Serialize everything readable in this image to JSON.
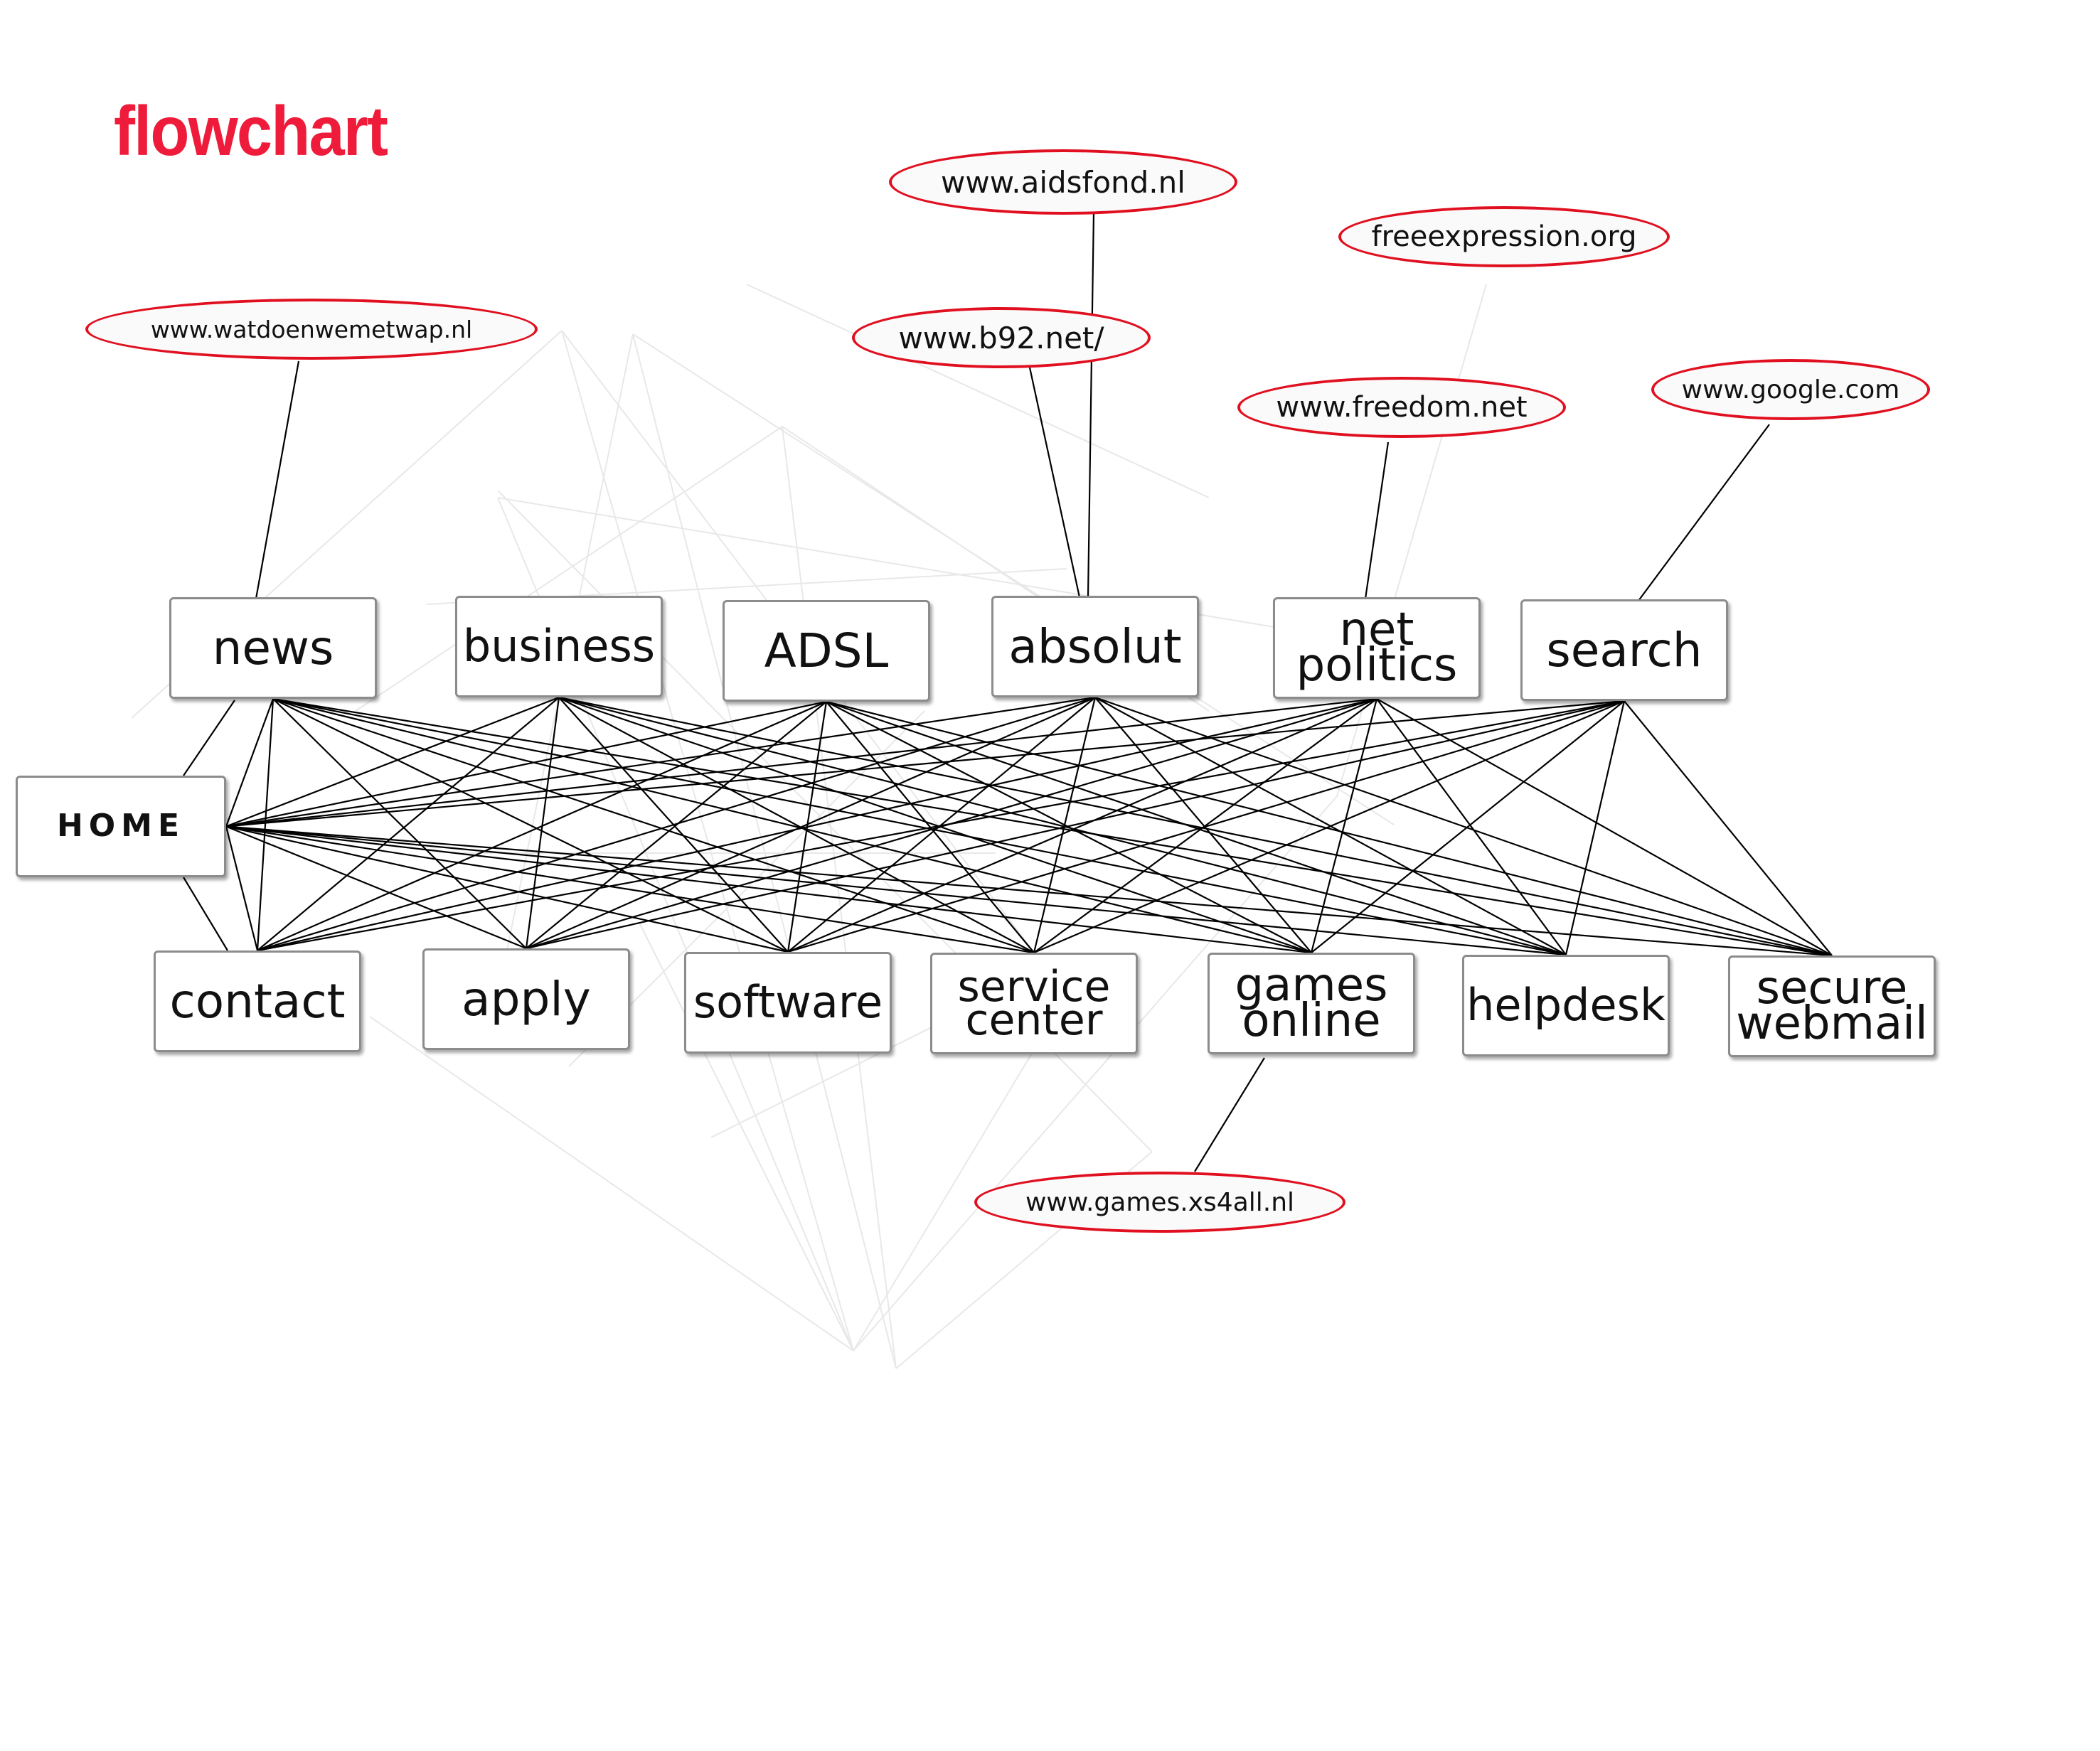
{
  "title": "flowchart",
  "home": {
    "label": "HOME"
  },
  "top_nodes": [
    {
      "id": "news",
      "lines": [
        "news"
      ]
    },
    {
      "id": "business",
      "lines": [
        "business"
      ]
    },
    {
      "id": "adsl",
      "lines": [
        "ADSL"
      ]
    },
    {
      "id": "absolut",
      "lines": [
        "absolut"
      ]
    },
    {
      "id": "net-politics",
      "lines": [
        "net",
        "politics"
      ]
    },
    {
      "id": "search",
      "lines": [
        "search"
      ]
    }
  ],
  "bottom_nodes": [
    {
      "id": "contact",
      "lines": [
        "contact"
      ]
    },
    {
      "id": "apply",
      "lines": [
        "apply"
      ]
    },
    {
      "id": "software",
      "lines": [
        "software"
      ]
    },
    {
      "id": "service-center",
      "lines": [
        "service",
        "center"
      ]
    },
    {
      "id": "games-online",
      "lines": [
        "games",
        "online"
      ]
    },
    {
      "id": "helpdesk",
      "lines": [
        "helpdesk"
      ]
    },
    {
      "id": "secure-webmail",
      "lines": [
        "secure",
        "webmail"
      ]
    }
  ],
  "external_links": [
    {
      "id": "watdoenwemetwap",
      "label": "www.watdoenwemetwap.nl",
      "connects_to": "news"
    },
    {
      "id": "aidsfond",
      "label": "www.aidsfond.nl",
      "connects_to": "absolut"
    },
    {
      "id": "b92",
      "label": "www.b92.net/",
      "connects_to": "absolut"
    },
    {
      "id": "freeexpression",
      "label": "freeexpression.org",
      "connects_to": ""
    },
    {
      "id": "freedom",
      "label": "www.freedom.net",
      "connects_to": "net-politics"
    },
    {
      "id": "google",
      "label": "www.google.com",
      "connects_to": "search"
    },
    {
      "id": "games-xs4all",
      "label": "www.games.xs4all.nl",
      "connects_to": "games-online"
    }
  ],
  "colors": {
    "title": "#ee1c3a",
    "ellipse_border": "#e01020",
    "edge": "#000000",
    "box_border": "#8c8c8c"
  }
}
